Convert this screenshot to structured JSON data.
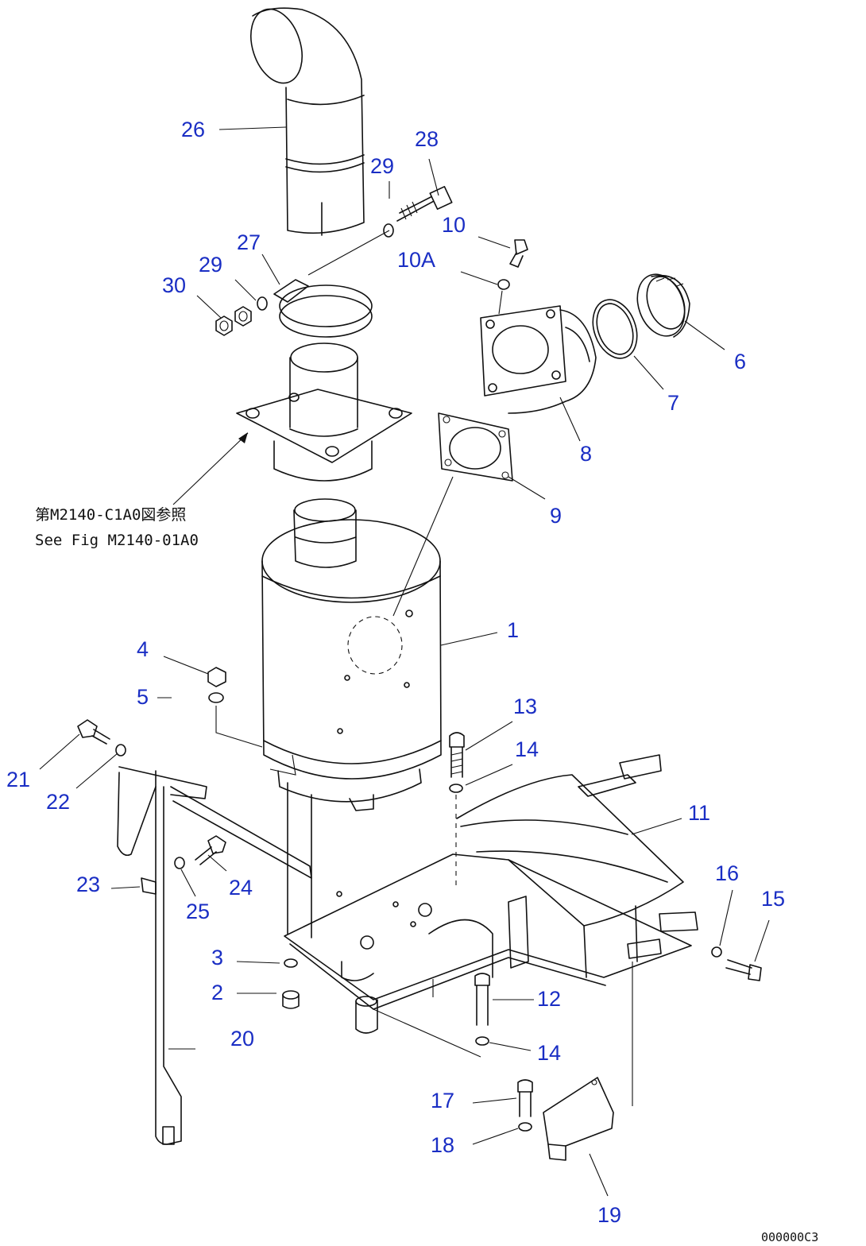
{
  "labels": {
    "l26": "26",
    "l28": "28",
    "l29a": "29",
    "l10": "10",
    "l10a": "10A",
    "l27": "27",
    "l29b": "29",
    "l30": "30",
    "l6": "6",
    "l7": "7",
    "l8": "8",
    "l9": "9",
    "l1": "1",
    "l4": "4",
    "l5": "5",
    "l13": "13",
    "l14a": "14",
    "l11": "11",
    "l21": "21",
    "l22": "22",
    "l23": "23",
    "l24": "24",
    "l25": "25",
    "l16": "16",
    "l15": "15",
    "l3": "3",
    "l2": "2",
    "l12": "12",
    "l20": "20",
    "l14b": "14",
    "l17": "17",
    "l18": "18",
    "l19": "19"
  },
  "reference_note": {
    "line1": "第M2140-C1A0図参照",
    "line2": "See Fig M2140-01A0"
  },
  "drawing_code": "000000C3"
}
